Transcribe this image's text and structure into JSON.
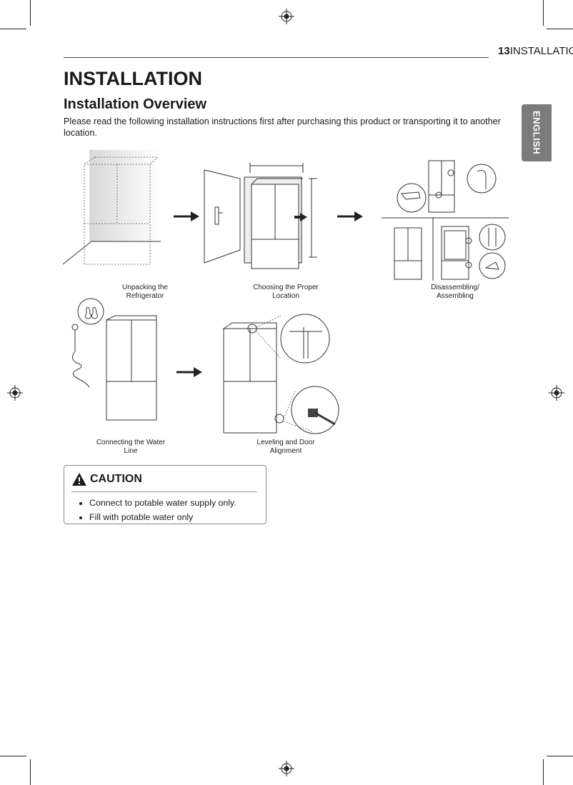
{
  "header": {
    "page_number": "13",
    "section": "INSTALLATIO"
  },
  "side_tab": "ENGLISH",
  "title": "INSTALLATION",
  "subtitle": "Installation Overview",
  "intro": "Please read the following installation instructions first after purchasing this product or transporting it to another location.",
  "steps": [
    {
      "line1": "Unpacking the",
      "line2": "Refrigerator"
    },
    {
      "line1": "Choosing the Proper",
      "line2": "Location"
    },
    {
      "line1": "Disassembling/",
      "line2": "Assembling"
    },
    {
      "line1": "Connecting the Water",
      "line2": "Line"
    },
    {
      "line1": "Leveling and Door",
      "line2": "Alignment"
    }
  ],
  "caution": {
    "title": "CAUTION",
    "items": [
      "Connect to potable water supply only.",
      "Fill with potable water only"
    ]
  }
}
